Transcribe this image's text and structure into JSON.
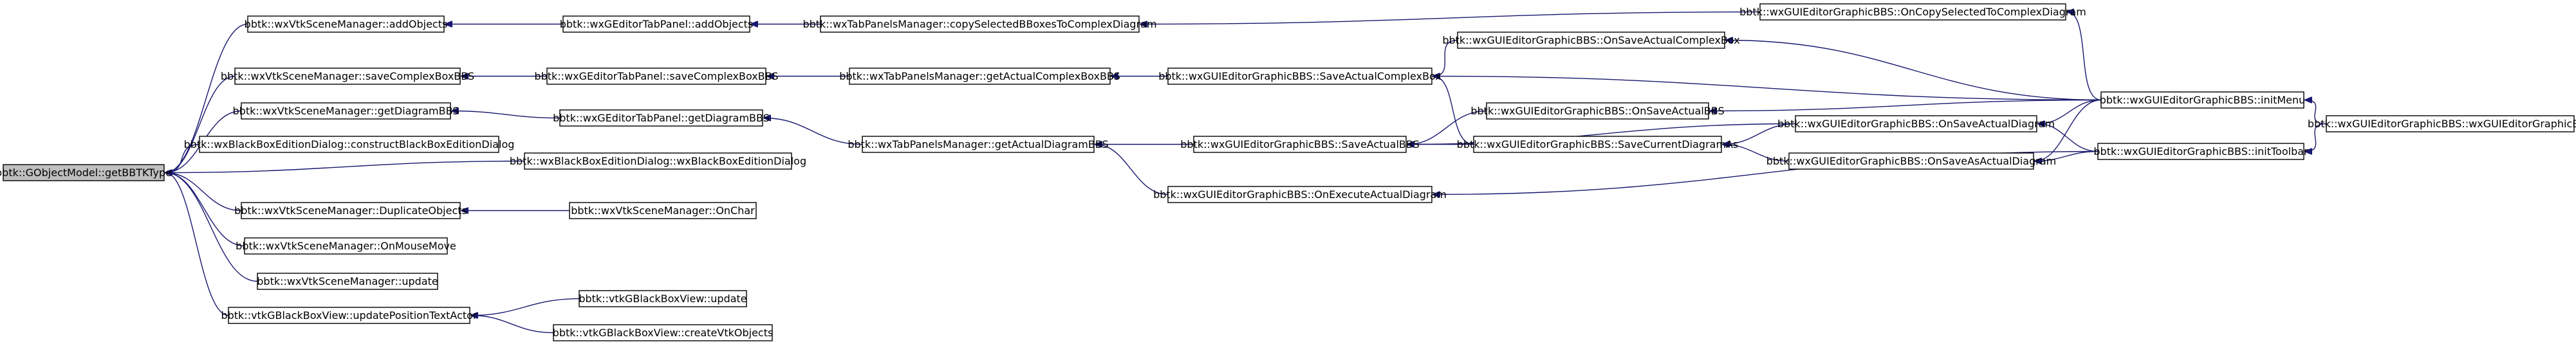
{
  "diagram": {
    "type": "call-graph",
    "colors": {
      "node_fill": "#ffffff",
      "root_fill": "#bfbfbf",
      "border": "#000000",
      "edge": "#191970"
    },
    "nodes": [
      {
        "id": "root",
        "label": "bbtk::GObjectModel::getBBTKType",
        "root": true
      },
      {
        "id": "n1",
        "label": "bbtk::wxVtkSceneManager::addObjects"
      },
      {
        "id": "n2",
        "label": "bbtk::wxGEditorTabPanel::addObjects"
      },
      {
        "id": "n3",
        "label": "bbtk::wxTabPanelsManager::copySelectedBBoxesToComplexDiagram"
      },
      {
        "id": "n4",
        "label": "bbtk::wxGUIEditorGraphicBBS::OnCopySelectedToComplexDiagram"
      },
      {
        "id": "n5",
        "label": "bbtk::wxGUIEditorGraphicBBS::initMenu"
      },
      {
        "id": "n6",
        "label": "bbtk::wxGUIEditorGraphicBBS::wxGUIEditorGraphicBBS"
      },
      {
        "id": "n7",
        "label": "bbtk::wxVtkSceneManager::saveComplexBoxBBS"
      },
      {
        "id": "n8",
        "label": "bbtk::wxGEditorTabPanel::saveComplexBoxBBS"
      },
      {
        "id": "n9",
        "label": "bbtk::wxTabPanelsManager::getActualComplexBoxBBS"
      },
      {
        "id": "n10",
        "label": "bbtk::wxGUIEditorGraphicBBS::SaveActualComplexBox"
      },
      {
        "id": "n11",
        "label": "bbtk::wxGUIEditorGraphicBBS::OnSaveActualComplexBox"
      },
      {
        "id": "n12",
        "label": "bbtk::wxVtkSceneManager::getDiagramBBS"
      },
      {
        "id": "n13",
        "label": "bbtk::wxGEditorTabPanel::getDiagramBBS"
      },
      {
        "id": "n14",
        "label": "bbtk::wxTabPanelsManager::getActualDiagramBBS"
      },
      {
        "id": "n15",
        "label": "bbtk::wxGUIEditorGraphicBBS::SaveActualBBS"
      },
      {
        "id": "n16",
        "label": "bbtk::wxGUIEditorGraphicBBS::OnSaveActualBBS"
      },
      {
        "id": "n17",
        "label": "bbtk::wxGUIEditorGraphicBBS::SaveCurrentDiagramAs"
      },
      {
        "id": "n18",
        "label": "bbtk::wxGUIEditorGraphicBBS::OnSaveActualDiagram"
      },
      {
        "id": "n19",
        "label": "bbtk::wxGUIEditorGraphicBBS::OnSaveAsActualDiagram"
      },
      {
        "id": "n20",
        "label": "bbtk::wxGUIEditorGraphicBBS::initToolbar"
      },
      {
        "id": "n21",
        "label": "bbtk::wxGUIEditorGraphicBBS::OnExecuteActualDiagram"
      },
      {
        "id": "n22",
        "label": "bbtk::wxBlackBoxEditionDialog::constructBlackBoxEditionDialog"
      },
      {
        "id": "n23",
        "label": "bbtk::wxBlackBoxEditionDialog::wxBlackBoxEditionDialog"
      },
      {
        "id": "n24",
        "label": "bbtk::wxVtkSceneManager::DuplicateObjects"
      },
      {
        "id": "n25",
        "label": "bbtk::wxVtkSceneManager::OnChar"
      },
      {
        "id": "n26",
        "label": "bbtk::wxVtkSceneManager::OnMouseMove"
      },
      {
        "id": "n27",
        "label": "bbtk::wxVtkSceneManager::update"
      },
      {
        "id": "n28",
        "label": "bbtk::vtkGBlackBoxView::updatePositionTextActor"
      },
      {
        "id": "n29",
        "label": "bbtk::vtkGBlackBoxView::update"
      },
      {
        "id": "n30",
        "label": "bbtk::vtkGBlackBoxView::createVtkObjects"
      }
    ],
    "edges": [
      {
        "from": "n1",
        "to": "root"
      },
      {
        "from": "n7",
        "to": "root"
      },
      {
        "from": "n12",
        "to": "root"
      },
      {
        "from": "n22",
        "to": "root"
      },
      {
        "from": "n23",
        "to": "root"
      },
      {
        "from": "n24",
        "to": "root"
      },
      {
        "from": "n26",
        "to": "root"
      },
      {
        "from": "n27",
        "to": "root"
      },
      {
        "from": "n28",
        "to": "root"
      },
      {
        "from": "n2",
        "to": "n1"
      },
      {
        "from": "n3",
        "to": "n2"
      },
      {
        "from": "n4",
        "to": "n3"
      },
      {
        "from": "n5",
        "to": "n4"
      },
      {
        "from": "n6",
        "to": "n5"
      },
      {
        "from": "n8",
        "to": "n7"
      },
      {
        "from": "n9",
        "to": "n8"
      },
      {
        "from": "n10",
        "to": "n9"
      },
      {
        "from": "n11",
        "to": "n10"
      },
      {
        "from": "n5",
        "to": "n10"
      },
      {
        "from": "n17",
        "to": "n10"
      },
      {
        "from": "n5",
        "to": "n11"
      },
      {
        "from": "n13",
        "to": "n12"
      },
      {
        "from": "n14",
        "to": "n13"
      },
      {
        "from": "n15",
        "to": "n14"
      },
      {
        "from": "n21",
        "to": "n14"
      },
      {
        "from": "n16",
        "to": "n15"
      },
      {
        "from": "n17",
        "to": "n15"
      },
      {
        "from": "n18",
        "to": "n15"
      },
      {
        "from": "n5",
        "to": "n16"
      },
      {
        "from": "n18",
        "to": "n17"
      },
      {
        "from": "n19",
        "to": "n17"
      },
      {
        "from": "n5",
        "to": "n18"
      },
      {
        "from": "n20",
        "to": "n18"
      },
      {
        "from": "n5",
        "to": "n19"
      },
      {
        "from": "n20",
        "to": "n19"
      },
      {
        "from": "n6",
        "to": "n20"
      },
      {
        "from": "n20",
        "to": "n21"
      },
      {
        "from": "n25",
        "to": "n24"
      },
      {
        "from": "n29",
        "to": "n28"
      },
      {
        "from": "n30",
        "to": "n28"
      }
    ]
  }
}
